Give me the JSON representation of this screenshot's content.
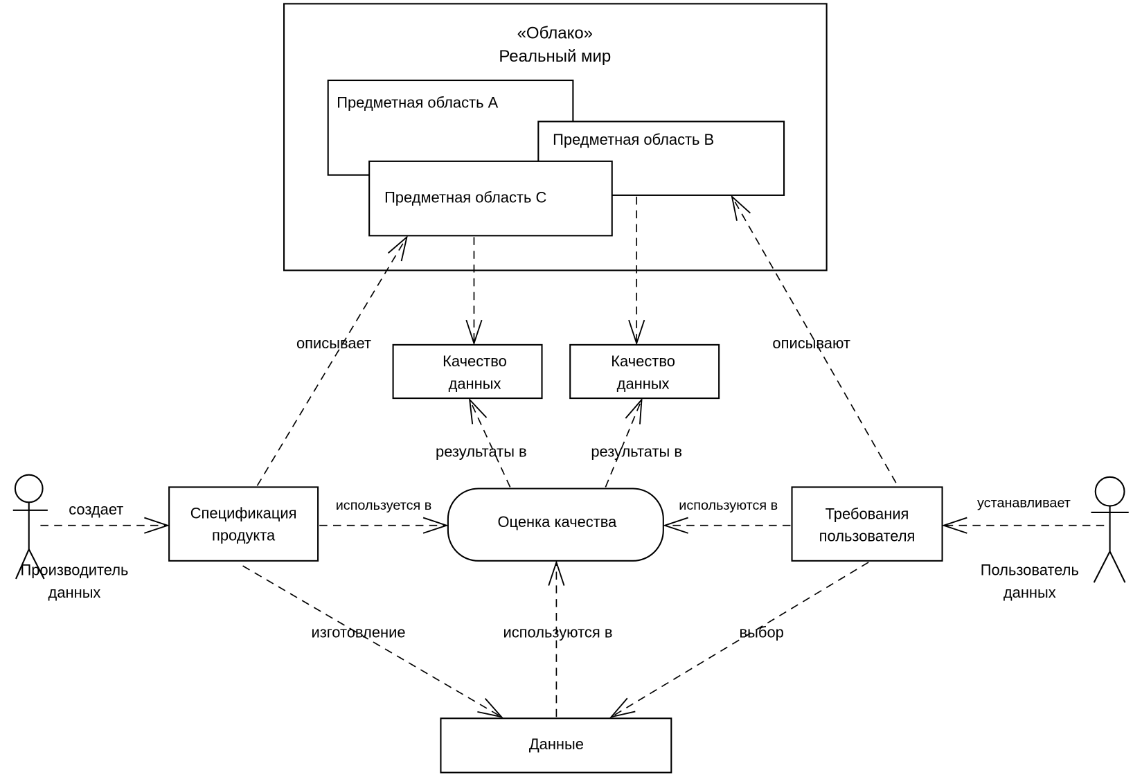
{
  "diagram": {
    "cloud": {
      "stereotype": "«Облако»",
      "title": "Реальный мир"
    },
    "domains": [
      {
        "id": "A",
        "label": "Предметная область А"
      },
      {
        "id": "B",
        "label": "Предметная область В"
      },
      {
        "id": "C",
        "label": "Предметная область С"
      }
    ],
    "quality_boxes": [
      {
        "line1": "Качество",
        "line2": "данных"
      },
      {
        "line1": "Качество",
        "line2": "данных"
      }
    ],
    "specification": {
      "line1": "Спецификация",
      "line2": "продукта"
    },
    "assessment": {
      "label": "Оценка качества"
    },
    "requirements": {
      "line1": "Требования",
      "line2": "пользователя"
    },
    "data": {
      "label": "Данные"
    },
    "actors": {
      "producer": {
        "line1": "Производитель",
        "line2": "данных"
      },
      "user": {
        "line1": "Пользователь",
        "line2": "данных"
      }
    },
    "relations": {
      "creates": "создает",
      "sets": "устанавливает",
      "describes": "описывает",
      "describe": "описывают",
      "results_left": "результаты в",
      "results_right": "результаты в",
      "used_in_spec": "используется в",
      "used_in_req": "используются в",
      "manufacturing": "изготовление",
      "used_in_data": "используются в",
      "selection": "выбор"
    }
  }
}
